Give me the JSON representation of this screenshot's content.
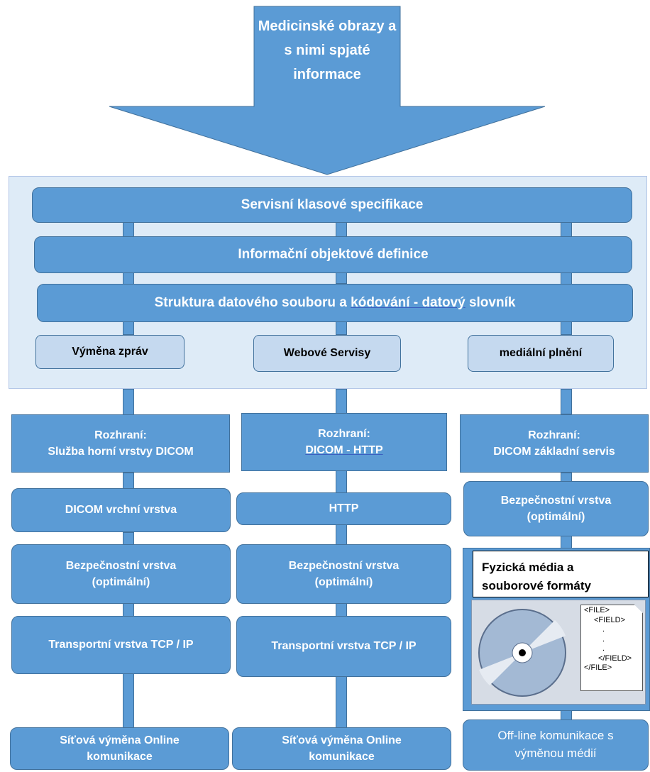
{
  "arrow": {
    "lines": [
      "Medicinské obrazy a",
      "s nimi spjaté",
      "informace"
    ]
  },
  "bars": {
    "sop": "Servisní klasové specifikace",
    "iod": "Informační objektové definice",
    "struct_pre": "Struktura datového souboru a ",
    "struct_link": "kódování - datový",
    "struct_post": " slovník"
  },
  "small": {
    "exchange": "Výměna zpráv",
    "web": "Webové Servisy",
    "media": "mediální plnění"
  },
  "col1": {
    "iface": "Rozhraní:\nSlužba horní vrstvy DICOM",
    "upper": "DICOM vrchní vrstva",
    "security": "Bezpečnostní vrstva\n(optimální)",
    "transport": "Transportní vrstva TCP / IP",
    "network": "Síťová výměna Online\nkomunikace"
  },
  "col2": {
    "iface_label": "Rozhraní:",
    "iface_link": "DICOM - HTTP",
    "http": "HTTP",
    "security": "Bezpečnostní vrstva\n(optimální)",
    "transport": "Transportní vrstva TCP / IP",
    "network": "Síťová výměna Online\nkomunikace"
  },
  "col3": {
    "iface": "Rozhraní:\nDICOM základní servis",
    "security": "Bezpečnostní vrstva\n(optimální)",
    "physical": "Fyzická média a\nsouborové formáty",
    "file_lines": [
      "<FILE>",
      "<FIELD>",
      ".",
      ".",
      ".",
      "</FIELD>",
      "</FILE>"
    ],
    "offline": "Off-line komunikace s\nvýměnou médií"
  },
  "colors": {
    "fill": "#5b9bd5",
    "border": "#41719c",
    "panel": "#deebf7",
    "light": "#c5d9ef"
  }
}
